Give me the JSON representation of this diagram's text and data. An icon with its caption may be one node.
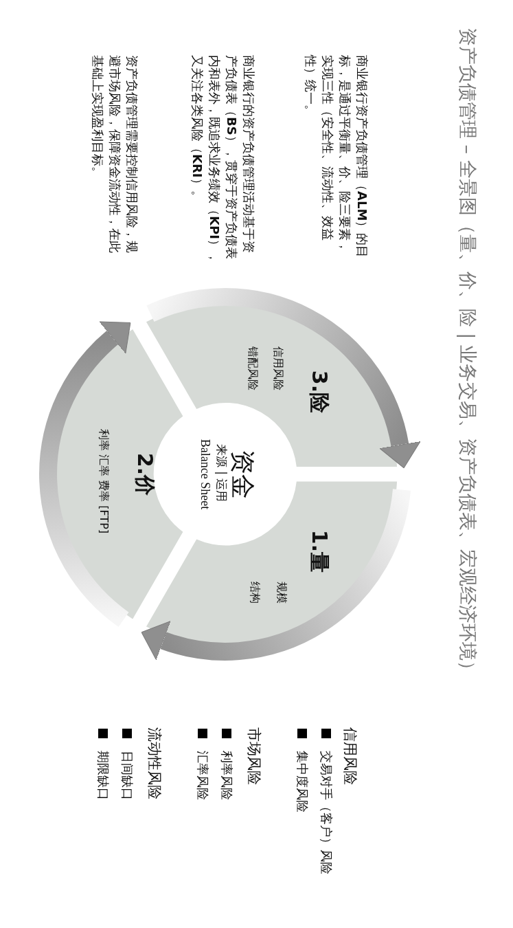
{
  "diagram": {
    "title": "资产负债管理 – 全景图（量、价、险 | 业务交易、资产负债表、宏观经济环境）",
    "nodes": [
      {
        "text": [
          "资金",
          "来源 | 运用",
          "Balance Sheet"
        ]
      },
      {
        "text": [
          "1.量",
          "规模",
          "结构"
        ]
      },
      {
        "text": [
          "2.价",
          "利率 汇率 费率 [FTP]"
        ]
      },
      {
        "text": [
          "3.险",
          "信用风险",
          "错配风险"
        ]
      }
    ],
    "edges": [
      {
        "from": 1,
        "to": 2,
        "arrow": "to"
      },
      {
        "from": 2,
        "to": 3,
        "arrow": "to"
      },
      {
        "from": 3,
        "to": 1,
        "arrow": "to"
      }
    ],
    "labels": [
      "商业银行资产负债管理（**ALM**）的目标，是通过平衡量、价、险三要素，实现三性（安全性、流动性、效益性）统一。",
      "商业银行的资产负债管理活动基于资产负债表（**BS**），贯穿于资产负债表内和表外，既追求业务绩效（**KPI**），又关注各类风险（**KRI**）。",
      "资产负债管理需要控制信用风险，规避市场风险，保障资金流动性，在此基础上实现盈利目标。",
      "信用风险",
      "交易对手（客户）风险",
      "集中度风险",
      "市场风险",
      "利率风险",
      "汇率风险",
      "流动性风险",
      "日间缺口",
      "期限缺口"
    ]
  }
}
